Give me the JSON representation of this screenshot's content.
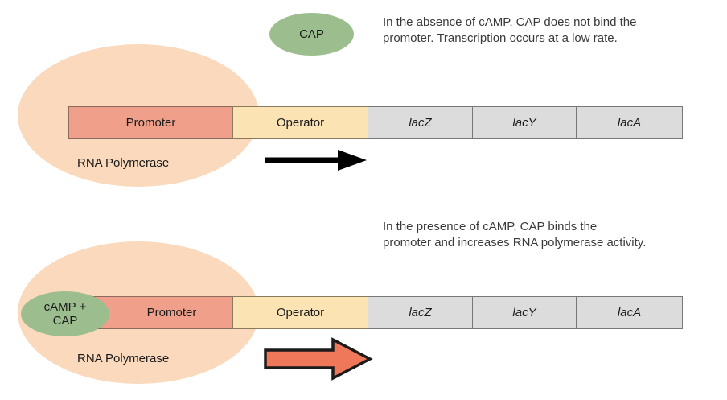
{
  "diagram": {
    "title": "CAP regulation of the lac operon",
    "colors": {
      "polymerase_blob": "#FAD9BC",
      "protein_green": "#9CBE8E",
      "promoter": "#F0A08A",
      "operator": "#FCE3B4",
      "gene": "#DCDCDC",
      "thin_arrow": "#000000",
      "block_arrow": "#F0785A",
      "block_arrow_outline": "#1b1b1b"
    },
    "panels": [
      {
        "id": "absence-of-camp",
        "protein_label": "CAP",
        "description": "In the absence of cAMP, CAP does not bind the promoter. Transcription occurs at a low rate.",
        "polymerase_label": "RNA Polymerase",
        "transcription_arrow": "thin-black-arrow",
        "operon": {
          "segments": [
            {
              "name": "promoter",
              "label": "Promoter",
              "style": "promoter"
            },
            {
              "name": "operator",
              "label": "Operator",
              "style": "operator"
            },
            {
              "name": "lacz",
              "label": "lacZ",
              "style": "gene"
            },
            {
              "name": "lacy",
              "label": "lacY",
              "style": "gene"
            },
            {
              "name": "laca",
              "label": "lacA",
              "style": "gene"
            }
          ]
        }
      },
      {
        "id": "presence-of-camp",
        "protein_label": "cAMP +\nCAP",
        "description": "In the presence of cAMP, CAP binds the promoter and increases RNA polymerase activity.",
        "polymerase_label": "RNA Polymerase",
        "transcription_arrow": "thick-orange-block-arrow",
        "operon": {
          "segments": [
            {
              "name": "promoter",
              "label": "Promoter",
              "style": "promoter"
            },
            {
              "name": "operator",
              "label": "Operator",
              "style": "operator"
            },
            {
              "name": "lacz",
              "label": "lacZ",
              "style": "gene"
            },
            {
              "name": "lacy",
              "label": "lacY",
              "style": "gene"
            },
            {
              "name": "laca",
              "label": "lacA",
              "style": "gene"
            }
          ]
        }
      }
    ]
  }
}
